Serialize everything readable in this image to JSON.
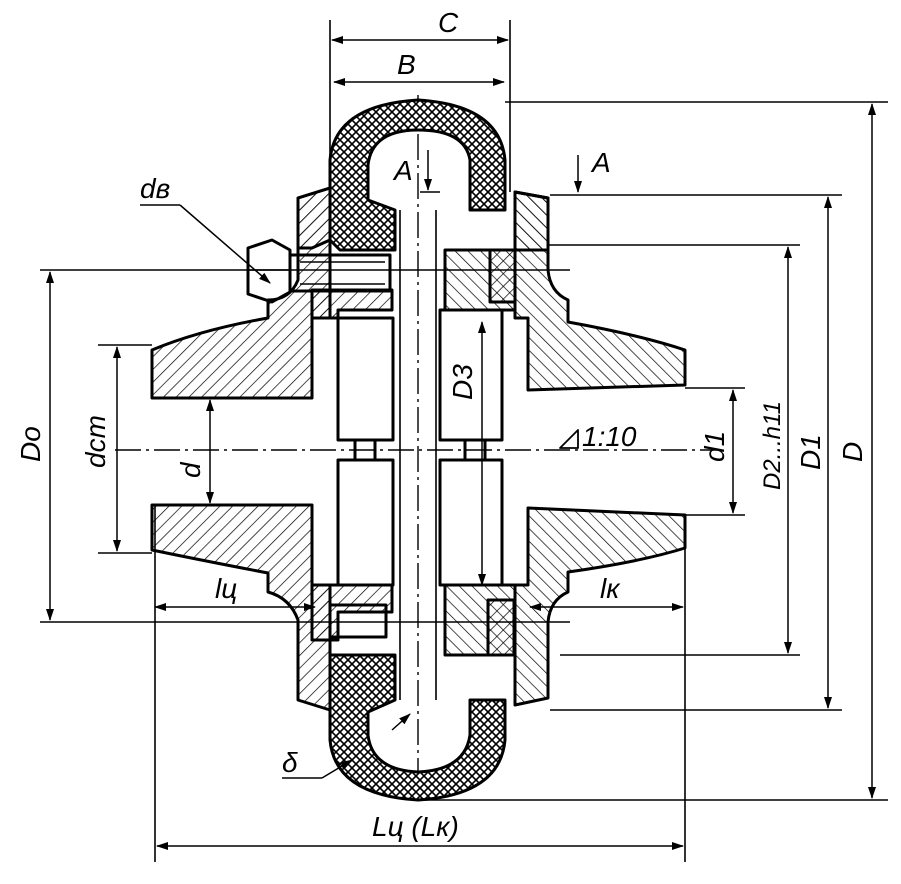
{
  "labels": {
    "C": "C",
    "B": "B",
    "A_left": "A",
    "A_right": "A",
    "dv": "dв",
    "Do": "Do",
    "dct": "dст",
    "d": "d",
    "D3": "D3",
    "taper": "1:10",
    "d1": "d1",
    "D2": "D2...h11",
    "D1": "D1",
    "D": "D",
    "lc": "lц",
    "lk": "lк",
    "delta": "δ",
    "L": "Lц (Lк)"
  }
}
